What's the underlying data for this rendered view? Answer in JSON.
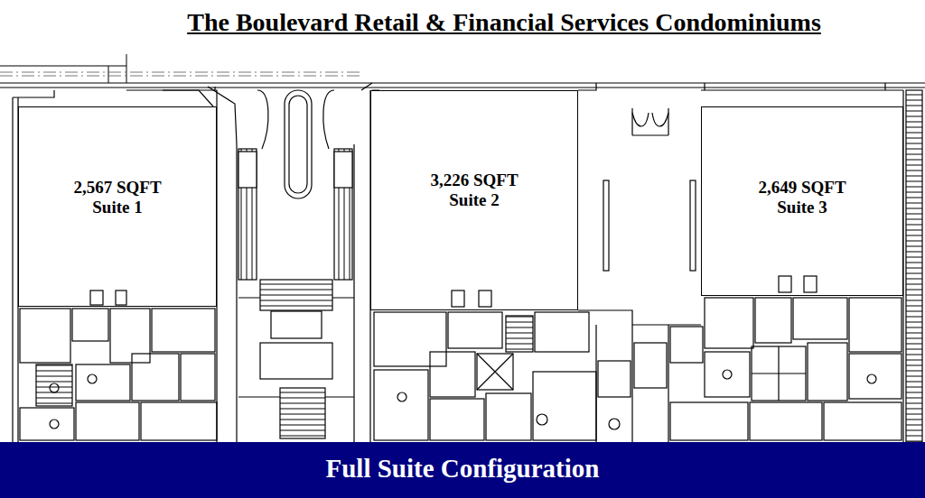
{
  "diagram": {
    "title": "The Boulevard Retail & Financial Services Condominiums",
    "caption": "Full Suite Configuration",
    "nodes": [
      {
        "text": [
          "2,567 SQFT",
          "Suite 1"
        ]
      },
      {
        "text": [
          "3,226 SQFT",
          "Suite 2"
        ]
      },
      {
        "text": [
          "2,649 SQFT",
          "Suite 3"
        ]
      }
    ]
  }
}
